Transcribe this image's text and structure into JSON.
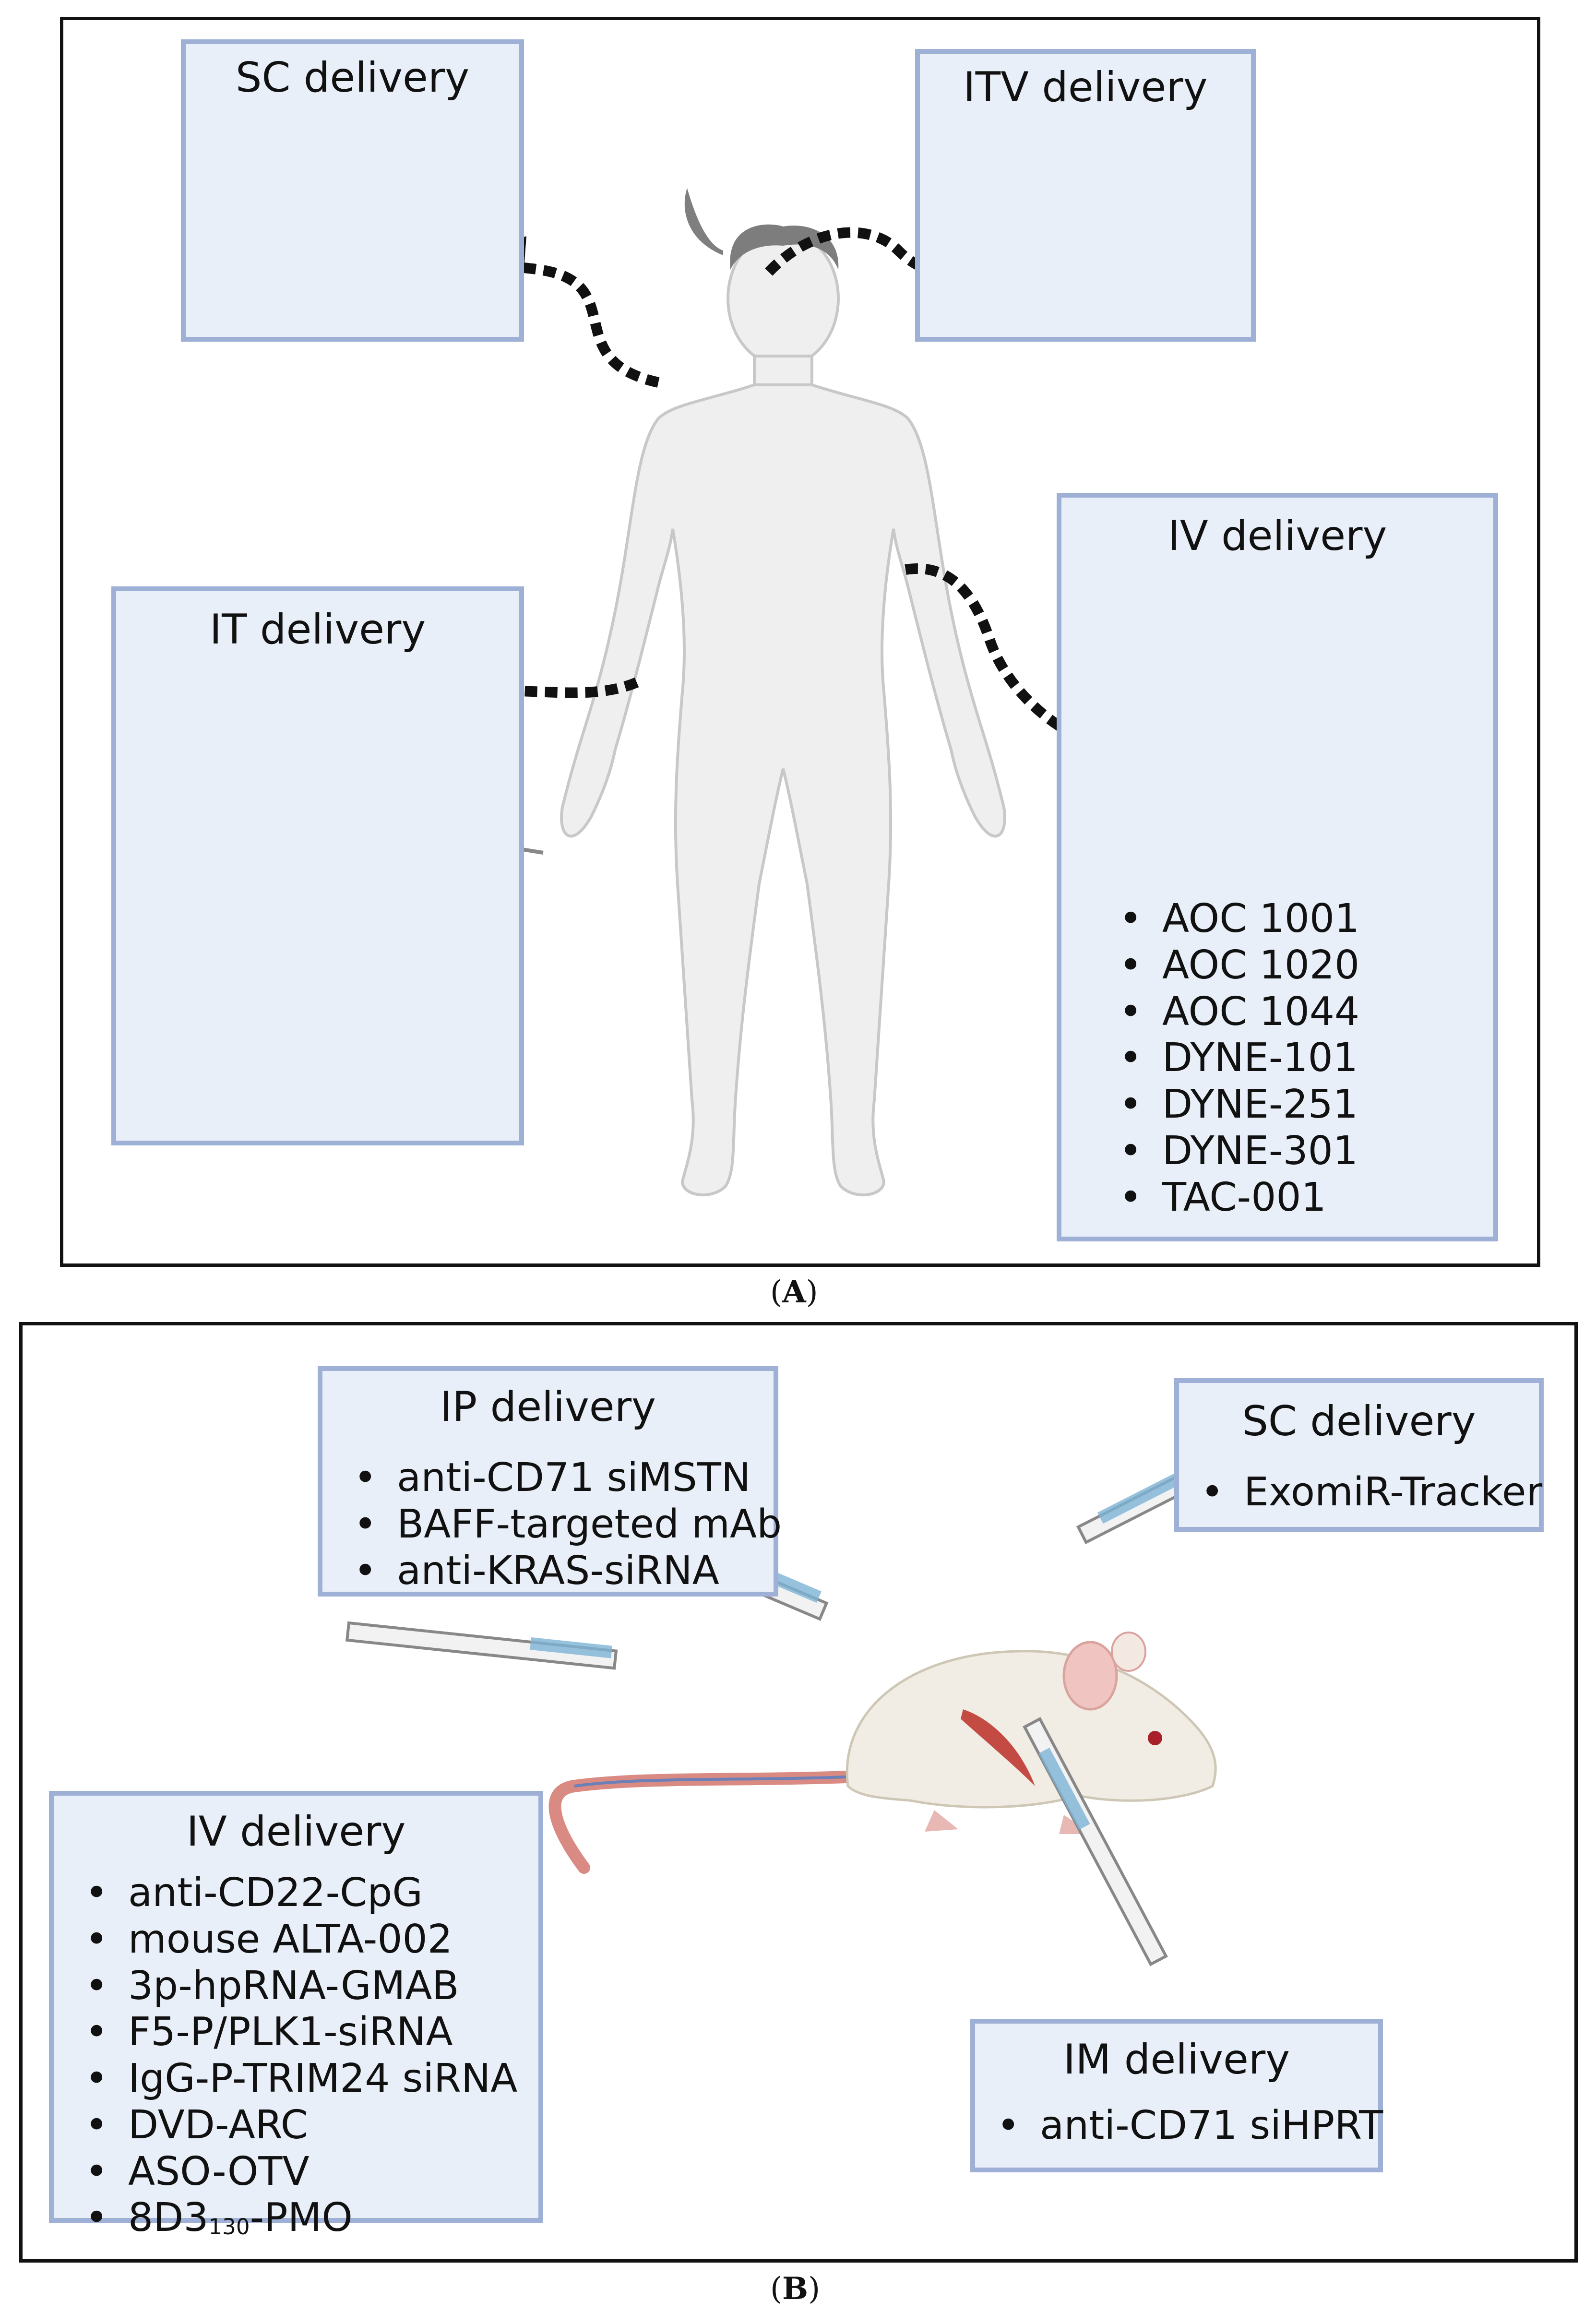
{
  "panel_a": {
    "label": "A",
    "boxes": {
      "sc": {
        "title": "SC delivery"
      },
      "itv": {
        "title": "ITV delivery"
      },
      "it": {
        "title": "IT delivery"
      },
      "iv": {
        "title": "IV delivery",
        "items": [
          "AOC 1001",
          "AOC 1020",
          "AOC 1044",
          "DYNE-101",
          "DYNE-251",
          "DYNE-301",
          "TAC-001"
        ]
      }
    }
  },
  "panel_b": {
    "label": "B",
    "boxes": {
      "ip": {
        "title": "IP delivery",
        "items": [
          "anti-CD71 siMSTN",
          "BAFF-targeted mAb",
          "anti-KRAS-siRNA"
        ]
      },
      "sc": {
        "title": "SC delivery",
        "items": [
          "ExomiR-Tracker"
        ]
      },
      "iv": {
        "title": "IV delivery",
        "items": [
          "anti-CD22-CpG",
          "mouse ALTA-002",
          "3p-hpRNA-GMAB",
          "F5-P/PLK1-siRNA",
          "IgG-P-TRIM24 siRNA",
          "DVD-ARC",
          "ASO-OTV"
        ],
        "last_item_main": "8D3",
        "last_item_sub": "130",
        "last_item_tail": "-PMO"
      },
      "im": {
        "title": "IM delivery",
        "items": [
          "anti-CD71 siHPRT"
        ]
      }
    }
  }
}
